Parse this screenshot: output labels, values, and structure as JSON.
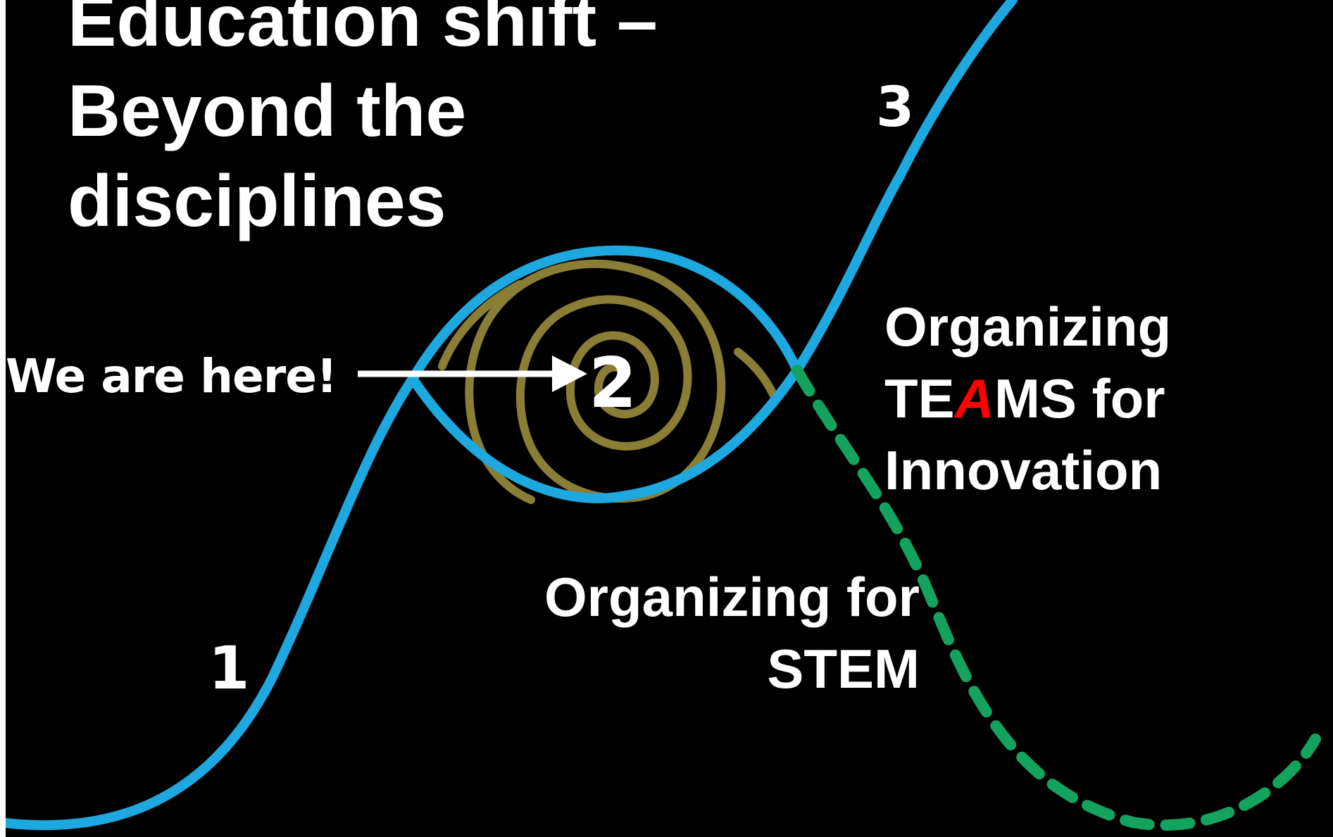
{
  "title": {
    "line1": "Education shift –",
    "line2": "Beyond the",
    "line3": "disciplines"
  },
  "markers": {
    "one": "1",
    "two": "2",
    "three": "3"
  },
  "pointer_label": "We are here!",
  "teams_label": {
    "line1": "Organizing",
    "line2_prefix": "TE",
    "line2_accent": "A",
    "line2_suffix": "MS for",
    "line3": "Innovation"
  },
  "stem_label": {
    "line1": "Organizing for",
    "line2": "STEM"
  },
  "colors": {
    "background": "#000000",
    "main_curve": "#1ea8e0",
    "dashed_curve": "#13a35e",
    "spiral": "#8a7d36",
    "text": "#ffffff",
    "accent_letter": "#ff0000"
  }
}
